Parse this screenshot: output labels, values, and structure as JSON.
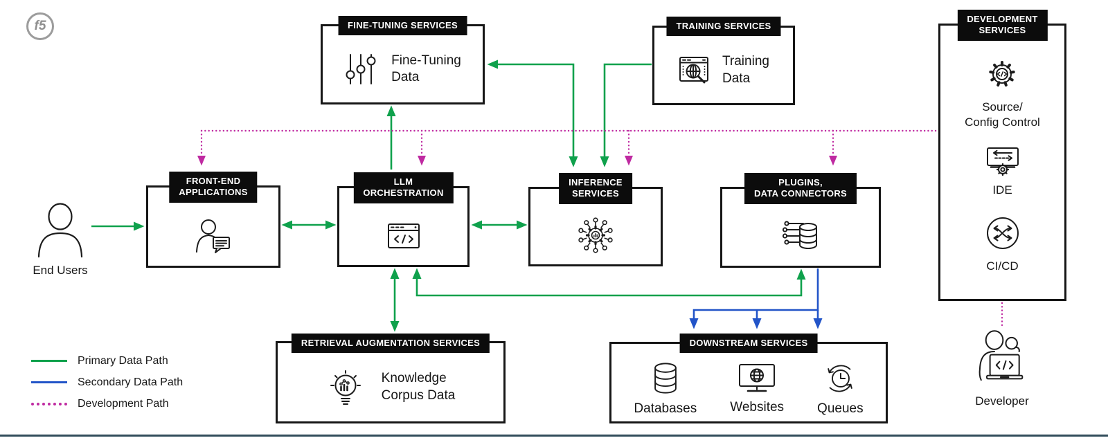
{
  "brand": {
    "logo_text": "f5"
  },
  "colors": {
    "primary_path": "#0fa14c",
    "secondary_path": "#2254c8",
    "development_path": "#bf2aa1",
    "header_bg": "#0c0c0c",
    "footer_bar": "#304c5a"
  },
  "nodes": {
    "fine_tuning": {
      "header": "FINE-TUNING SERVICES",
      "icon": "sliders-icon",
      "label_lines": [
        "Fine-Tuning",
        "Data"
      ]
    },
    "training": {
      "header": "TRAINING SERVICES",
      "icon": "data-search-icon",
      "label_lines": [
        "Training",
        "Data"
      ]
    },
    "development": {
      "header_lines": [
        "DEVELOPMENT",
        "SERVICES"
      ],
      "items": [
        {
          "icon": "gear-code-icon",
          "label_lines": [
            "Source/",
            "Config Control"
          ]
        },
        {
          "icon": "ide-icon",
          "label_lines": [
            "IDE"
          ]
        },
        {
          "icon": "cicd-icon",
          "label_lines": [
            "CI/CD"
          ]
        }
      ]
    },
    "front_end": {
      "header_lines": [
        "FRONT-END",
        "APPLICATIONS"
      ],
      "icon": "user-chat-icon"
    },
    "llm_orchestration": {
      "header_lines": [
        "LLM",
        "ORCHESTRATION"
      ],
      "icon": "code-window-icon"
    },
    "inference": {
      "header_lines": [
        "INFERENCE",
        "SERVICES"
      ],
      "icon": "gear-network-icon"
    },
    "plugins": {
      "header_lines": [
        "PLUGINS,",
        "DATA CONNECTORS"
      ],
      "icon": "database-connectors-icon"
    },
    "retrieval": {
      "header": "RETRIEVAL AUGMENTATION SERVICES",
      "icon": "bulb-data-icon",
      "label_lines": [
        "Knowledge",
        "Corpus Data"
      ]
    },
    "downstream": {
      "header": "DOWNSTREAM SERVICES",
      "items": [
        {
          "icon": "database-icon",
          "label": "Databases"
        },
        {
          "icon": "website-icon",
          "label": "Websites"
        },
        {
          "icon": "queue-icon",
          "label": "Queues"
        }
      ]
    }
  },
  "actors": {
    "end_users": {
      "label": "End Users",
      "icon": "person-icon"
    },
    "developer": {
      "label": "Developer",
      "icon": "developer-icon"
    }
  },
  "legend": {
    "items": [
      {
        "label": "Primary Data Path",
        "style": "solid",
        "color": "#0fa14c"
      },
      {
        "label": "Secondary Data Path",
        "style": "solid",
        "color": "#2254c8"
      },
      {
        "label": "Development Path",
        "style": "dotted",
        "color": "#bf2aa1"
      }
    ]
  }
}
